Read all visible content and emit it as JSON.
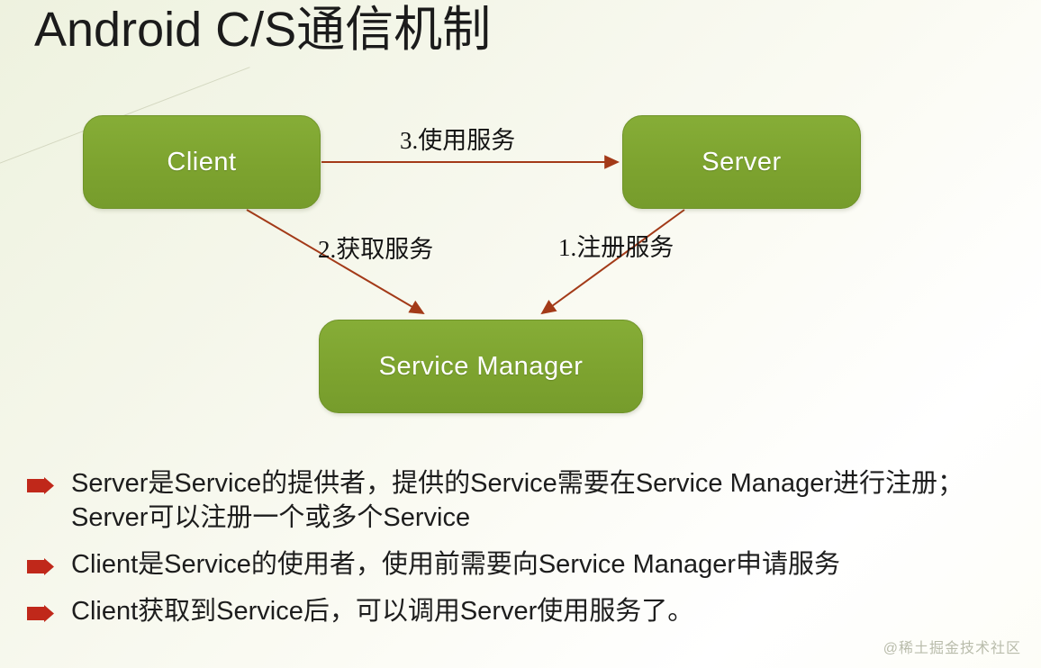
{
  "slide": {
    "title": "Android C/S通信机制",
    "background_from": "#eef2df",
    "background_to": "#ffffff",
    "node_color": "#7da32f",
    "arrow_color": "#a33a18",
    "bullet_marker_color": "#c0281a"
  },
  "diagram": {
    "nodes": [
      {
        "id": "client",
        "label": "Client"
      },
      {
        "id": "server",
        "label": "Server"
      },
      {
        "id": "service-manager",
        "label": "Service Manager"
      }
    ],
    "edges": [
      {
        "id": "use-service",
        "label": "3.使用服务",
        "from": "client",
        "to": "server"
      },
      {
        "id": "get-service",
        "label": "2.获取服务",
        "from": "client",
        "to": "service-manager"
      },
      {
        "id": "register-service",
        "label": "1.注册服务",
        "from": "server",
        "to": "service-manager"
      }
    ]
  },
  "bullets": [
    {
      "text": "Server是Service的提供者，提供的Service需要在Service Manager进行注册；Server可以注册一个或多个Service"
    },
    {
      "text": "Client是Service的使用者，使用前需要向Service Manager申请服务"
    },
    {
      "text": "Client获取到Service后，可以调用Server使用服务了。"
    }
  ],
  "watermark": {
    "text": "@稀土掘金技术社区"
  }
}
